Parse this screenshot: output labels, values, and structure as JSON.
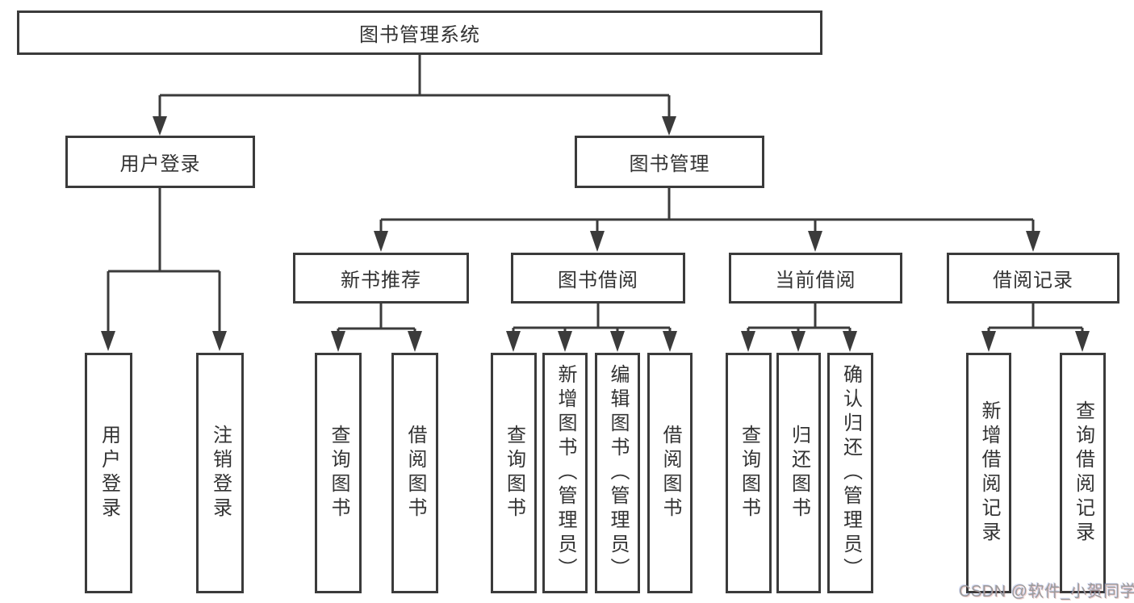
{
  "colors": {
    "line": "#3b3b3b",
    "text": "#333333",
    "watermark": "#9b9b9b",
    "background": "#ffffff"
  },
  "watermark": {
    "text": "CSDN @软件_小贺同学"
  },
  "tree": {
    "label": "图书管理系统",
    "children": [
      {
        "label": "用户登录",
        "children": [
          {
            "label": "用户登录"
          },
          {
            "label": "注销登录"
          }
        ]
      },
      {
        "label": "图书管理",
        "children": [
          {
            "label": "新书推荐",
            "children": [
              {
                "label": "查询图书"
              },
              {
                "label": "借阅图书"
              }
            ]
          },
          {
            "label": "图书借阅",
            "children": [
              {
                "label": "查询图书"
              },
              {
                "label": "新增图书（管理员）"
              },
              {
                "label": "编辑图书（管理员）"
              },
              {
                "label": "借阅图书"
              }
            ]
          },
          {
            "label": "当前借阅",
            "children": [
              {
                "label": "查询图书"
              },
              {
                "label": "归还图书"
              },
              {
                "label": "确认归还（管理员）"
              }
            ]
          },
          {
            "label": "借阅记录",
            "children": [
              {
                "label": "新增借阅记录"
              },
              {
                "label": "查询借阅记录"
              }
            ]
          }
        ]
      }
    ]
  }
}
